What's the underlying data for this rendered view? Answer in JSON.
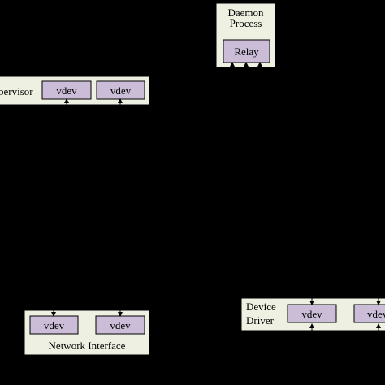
{
  "colors": {
    "background": "#000000",
    "container_fill": "#eef0e2",
    "vdev_fill": "#cbbdd7",
    "stroke": "#000000",
    "text": "#000000"
  },
  "daemon": {
    "title_line1": "Daemon",
    "title_line2": "Process",
    "relay_label": "Relay"
  },
  "hypervisor": {
    "label": "pervisor",
    "vdev_1": "vdev",
    "vdev_2": "vdev"
  },
  "network_interface": {
    "label": "Network Interface",
    "vdev_1": "vdev",
    "vdev_2": "vdev"
  },
  "device_driver": {
    "label_line1": "Device",
    "label_line2": "Driver",
    "vdev_1": "vdev",
    "vdev_2": "vdev"
  }
}
